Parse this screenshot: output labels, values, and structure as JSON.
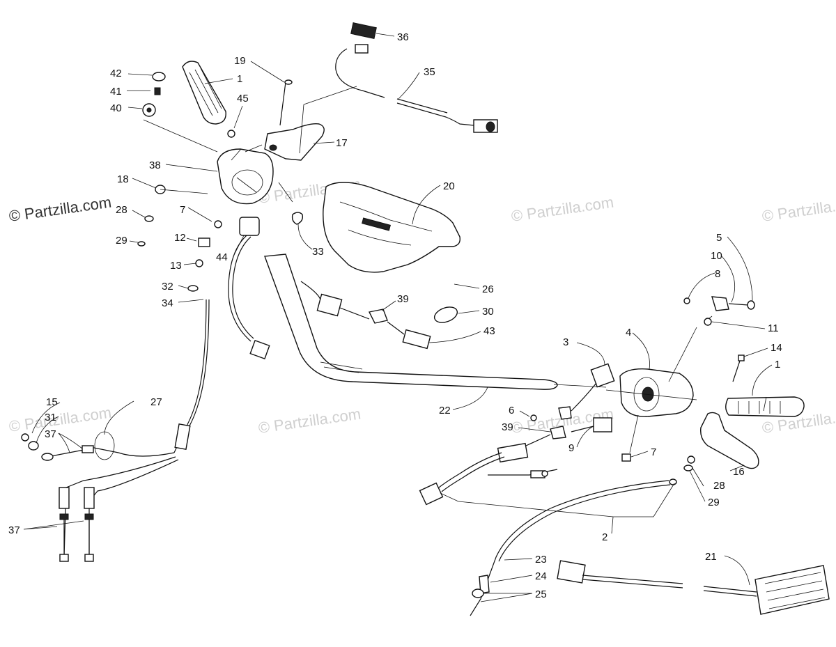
{
  "diagram": {
    "watermarks": {
      "strong": "© Partzilla.com",
      "light": "© Partzilla.com"
    },
    "labels": [
      {
        "id": "p42",
        "text": "42"
      },
      {
        "id": "p41",
        "text": "41"
      },
      {
        "id": "p40",
        "text": "40"
      },
      {
        "id": "p1a",
        "text": "1"
      },
      {
        "id": "p19",
        "text": "19"
      },
      {
        "id": "p45",
        "text": "45"
      },
      {
        "id": "p36",
        "text": "36"
      },
      {
        "id": "p35",
        "text": "35"
      },
      {
        "id": "p17",
        "text": "17"
      },
      {
        "id": "p38",
        "text": "38"
      },
      {
        "id": "p18",
        "text": "18"
      },
      {
        "id": "p28a",
        "text": "28"
      },
      {
        "id": "p29a",
        "text": "29"
      },
      {
        "id": "p7a",
        "text": "7"
      },
      {
        "id": "p12",
        "text": "12"
      },
      {
        "id": "p44",
        "text": "44"
      },
      {
        "id": "p13",
        "text": "13"
      },
      {
        "id": "p33",
        "text": "33"
      },
      {
        "id": "p20",
        "text": "20"
      },
      {
        "id": "p32",
        "text": "32"
      },
      {
        "id": "p34",
        "text": "34"
      },
      {
        "id": "p26",
        "text": "26"
      },
      {
        "id": "p39a",
        "text": "39"
      },
      {
        "id": "p30",
        "text": "30"
      },
      {
        "id": "p43",
        "text": "43"
      },
      {
        "id": "p5",
        "text": "5"
      },
      {
        "id": "p10",
        "text": "10"
      },
      {
        "id": "p8",
        "text": "8"
      },
      {
        "id": "p11",
        "text": "11"
      },
      {
        "id": "p3",
        "text": "3"
      },
      {
        "id": "p4",
        "text": "4"
      },
      {
        "id": "p14",
        "text": "14"
      },
      {
        "id": "p1b",
        "text": "1"
      },
      {
        "id": "p15",
        "text": "15"
      },
      {
        "id": "p31",
        "text": "31"
      },
      {
        "id": "p27",
        "text": "27"
      },
      {
        "id": "p37a",
        "text": "37"
      },
      {
        "id": "p22",
        "text": "22"
      },
      {
        "id": "p6",
        "text": "6"
      },
      {
        "id": "p39b",
        "text": "39"
      },
      {
        "id": "p9",
        "text": "9"
      },
      {
        "id": "p7b",
        "text": "7"
      },
      {
        "id": "p28b",
        "text": "28"
      },
      {
        "id": "p16",
        "text": "16"
      },
      {
        "id": "p29b",
        "text": "29"
      },
      {
        "id": "p2",
        "text": "2"
      },
      {
        "id": "p37b",
        "text": "37"
      },
      {
        "id": "p23",
        "text": "23"
      },
      {
        "id": "p24",
        "text": "24"
      },
      {
        "id": "p25",
        "text": "25"
      },
      {
        "id": "p21",
        "text": "21"
      }
    ]
  }
}
